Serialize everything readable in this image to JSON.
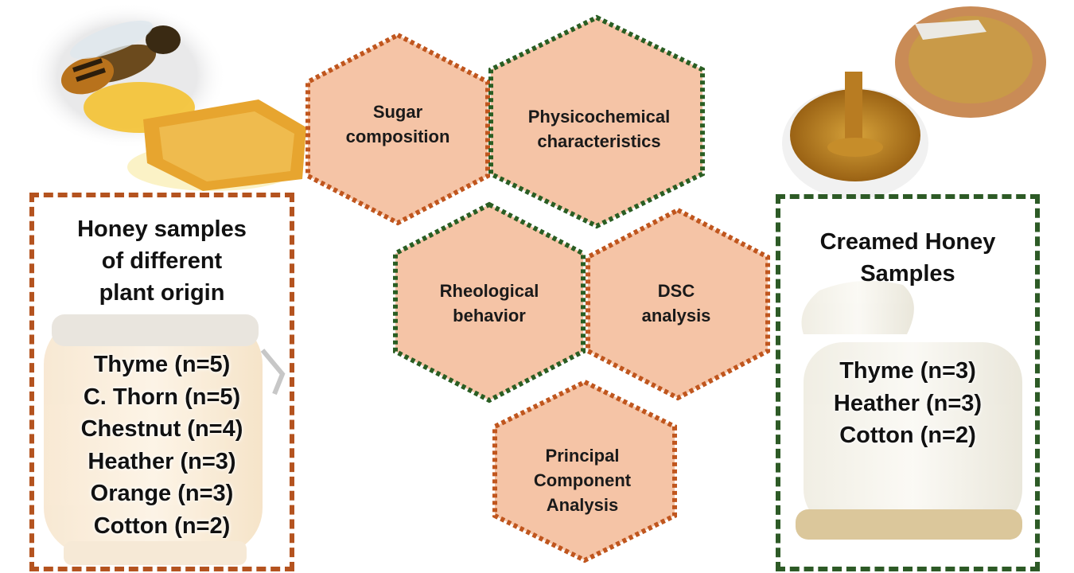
{
  "left_panel": {
    "title_lines": [
      "Honey samples",
      "of different",
      "plant origin"
    ],
    "samples": [
      "Thyme (n=5)",
      "C. Thorn (n=5)",
      "Chestnut (n=4)",
      "Heather (n=3)",
      "Orange (n=3)",
      "Cotton (n=2)"
    ],
    "border_color": "#b4531f"
  },
  "right_panel": {
    "title_lines": [
      "Creamed Honey",
      "Samples"
    ],
    "samples": [
      "Thyme (n=3)",
      "Heather (n=3)",
      "Cotton (n=2)"
    ],
    "border_color": "#2d5a26"
  },
  "analyses": [
    {
      "id": "sugar",
      "lines": [
        "Sugar",
        "composition"
      ],
      "border": "orange"
    },
    {
      "id": "physico",
      "lines": [
        "Physicochemical",
        "characteristics"
      ],
      "border": "green"
    },
    {
      "id": "rheo",
      "lines": [
        "Rheological",
        "behavior"
      ],
      "border": "green"
    },
    {
      "id": "dsc",
      "lines": [
        "DSC",
        "analysis"
      ],
      "border": "orange"
    },
    {
      "id": "pca",
      "lines": [
        "Principal",
        "Component",
        "Analysis"
      ],
      "border": "orange"
    }
  ],
  "colors": {
    "hex_fill": "#f5c4a6",
    "orange_dots": "#c0561e",
    "green_dots": "#2a5e23"
  }
}
